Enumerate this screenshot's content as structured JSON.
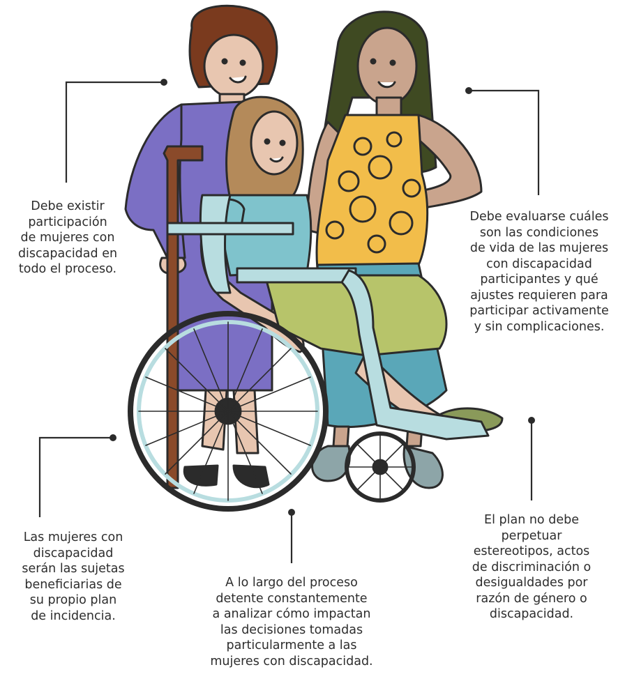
{
  "callouts": {
    "participation": "Debe existir\nparticipación\nde mujeres con\ndiscapacidad en\ntodo el proceso.",
    "living_conditions": "Debe evaluarse cuáles\nson las condiciones\nde vida de las mujeres\ncon discapacidad\nparticipantes y qué\najustes requieren para\nparticipar activamente\ny sin complicaciones.",
    "beneficiaries": "Las mujeres con\ndiscapacidad\nserán las sujetas\nbeneficiarias de\nsu propio plan\nde incidencia.",
    "analysis": "A lo largo del proceso\ndetente constantemente\na analizar cómo impactan\nlas decisiones tomadas\nparticularmente a las\nmujeres con discapacidad.",
    "stereotypes": "El plan no debe\nperpetuar\nestereotipos, actos\nde discriminación o\ndesigualdades por\nrazón de género o\ndiscapacidad."
  },
  "colors": {
    "line": "#2b2b2b",
    "hair_curly": "#7a3a1e",
    "hair_long": "#3f4a22",
    "hair_light": "#b48a5a",
    "skin": "#e8c6b0",
    "skin_dark": "#c9a48d",
    "top_purple": "#7b6fc4",
    "top_yellow": "#f2bd4a",
    "skirt_teal": "#5aa7b8",
    "dress_blue": "#7fc3cc",
    "skirt_green": "#b7c46a",
    "wheelchair": "#b8dde0",
    "crutch": "#8a4a2a"
  },
  "icons": {
    "illustration": "women-with-disability-illustration",
    "connector_dot": "connector-dot-icon"
  }
}
